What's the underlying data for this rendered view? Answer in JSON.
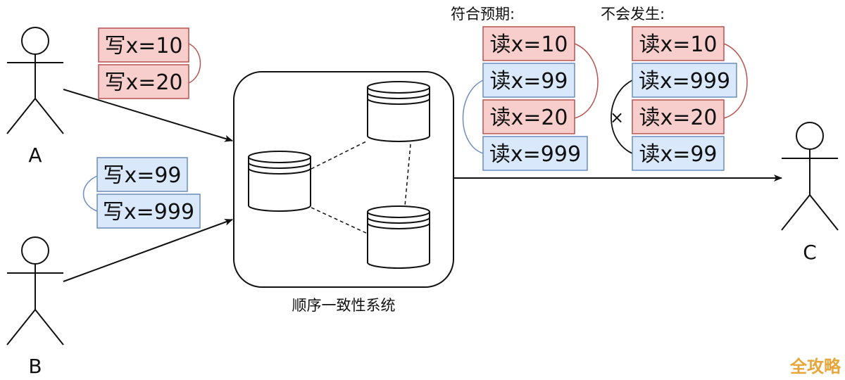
{
  "actors": {
    "a": {
      "label": "A"
    },
    "b": {
      "label": "B"
    },
    "c": {
      "label": "C"
    }
  },
  "writes_a": [
    "写x=10",
    "写x=20"
  ],
  "writes_b": [
    "写x=99",
    "写x=999"
  ],
  "system_label": "顺序一致性系统",
  "expected": {
    "title": "符合预期:",
    "reads": [
      "读x=10",
      "读x=99",
      "读x=20",
      "读x=999"
    ]
  },
  "not_happen": {
    "title": "不会发生:",
    "reads": [
      "读x=10",
      "读x=999",
      "读x=20",
      "读x=99"
    ],
    "cross_mark": "×"
  },
  "watermark": "全攻略",
  "colors": {
    "red_fill": "#f8cecc",
    "red_stroke": "#b85450",
    "blue_fill": "#dae8fc",
    "blue_stroke": "#6c8ebf"
  }
}
